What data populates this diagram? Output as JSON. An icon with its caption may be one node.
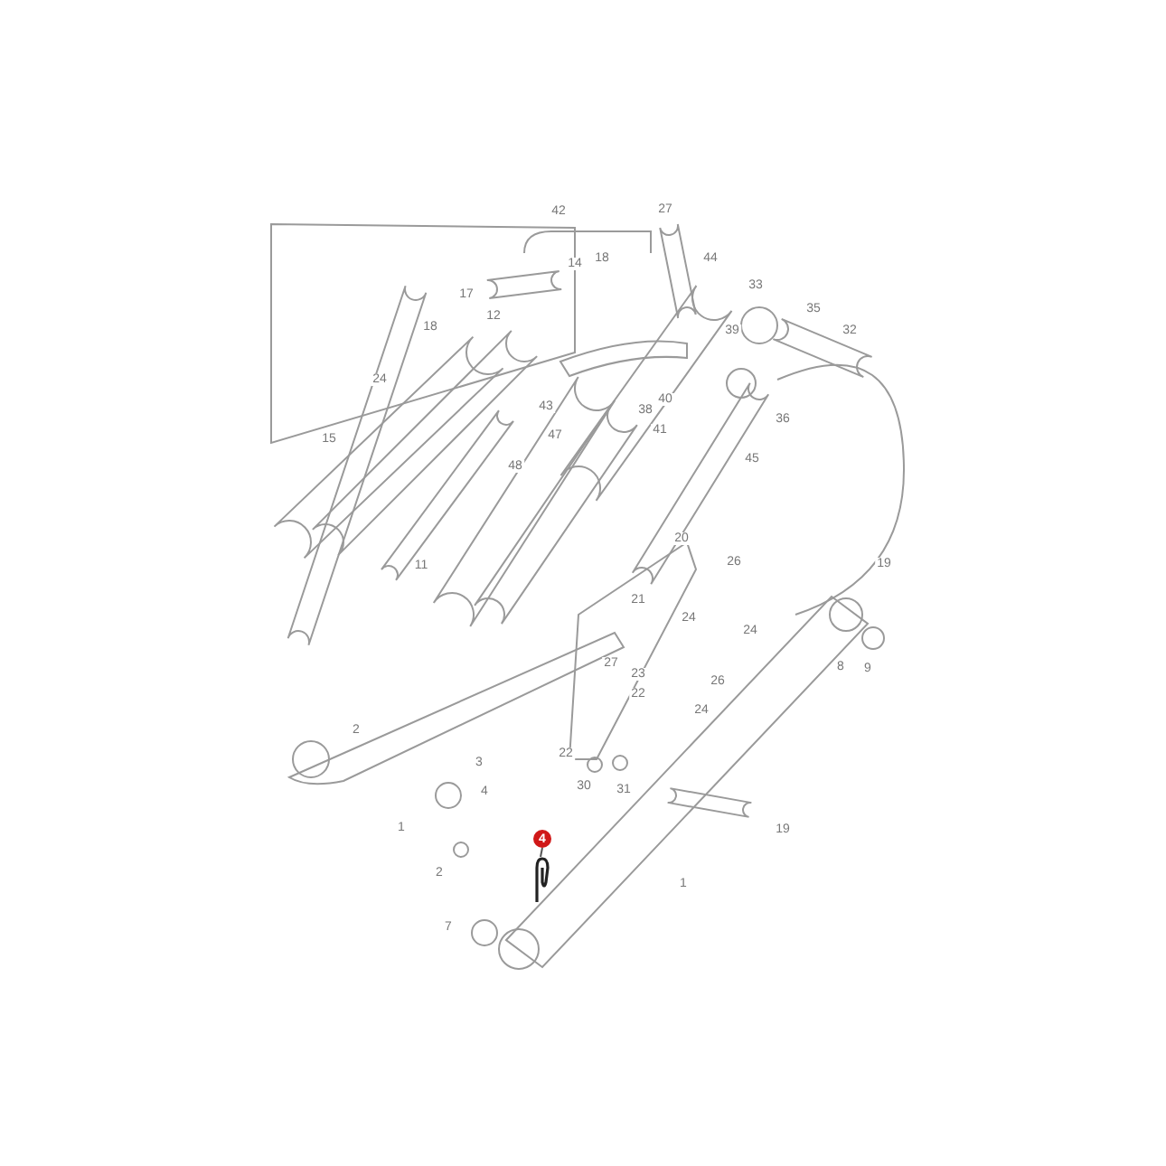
{
  "diagram": {
    "nodes": [
      {
        "text": [
          "4"
        ]
      },
      {
        "text": [],
        "shape": "picture"
      }
    ],
    "edges": [
      {
        "from": 0,
        "to": 1,
        "arrow": "none"
      }
    ],
    "labels": [
      "42",
      "27",
      "17",
      "14",
      "18",
      "44",
      "12",
      "18",
      "33",
      "35",
      "39",
      "32",
      "24",
      "43",
      "40",
      "38",
      "41",
      "47",
      "36",
      "15",
      "45",
      "48",
      "20",
      "11",
      "26",
      "19",
      "21",
      "24",
      "24",
      "27",
      "8",
      "9",
      "23",
      "26",
      "22",
      "24",
      "2",
      "22",
      "3",
      "4",
      "30",
      "31",
      "1",
      "19",
      "2",
      "1",
      "7"
    ]
  }
}
